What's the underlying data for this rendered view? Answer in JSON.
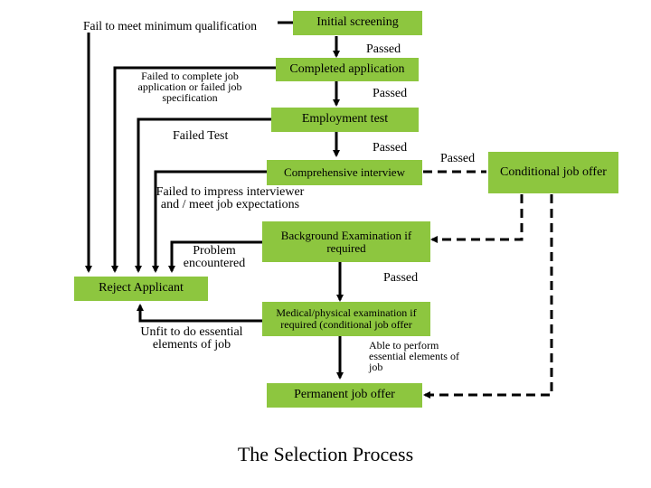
{
  "diagram": {
    "title": "The Selection Process",
    "colors": {
      "box_fill": "#8dc63f",
      "line": "#000000"
    },
    "nodes": {
      "initial": "Initial screening",
      "completed": "Completed application",
      "employment": "Employment test",
      "comprehensive": "Comprehensive interview",
      "background": "Background Examination if required",
      "medical": "Medical/physical examination if required (conditional job offer",
      "permanent": "Permanent job offer",
      "conditional": "Conditional job offer",
      "reject": "Reject Applicant"
    },
    "labels": {
      "fail_min": "Fail to meet minimum qualification",
      "failed_app": "Failed to complete job application or failed job specification",
      "failed_test": "Failed Test",
      "failed_impress": "Failed to impress interviewer and / meet job expectations",
      "problem": "Problem encountered",
      "unfit": "Unfit to do essential elements of job",
      "able": "Able to perform essential elements of job",
      "passed_1": "Passed",
      "passed_2": "Passed",
      "passed_3": "Passed",
      "passed_4": "Passed",
      "passed_5": "Passed"
    }
  }
}
